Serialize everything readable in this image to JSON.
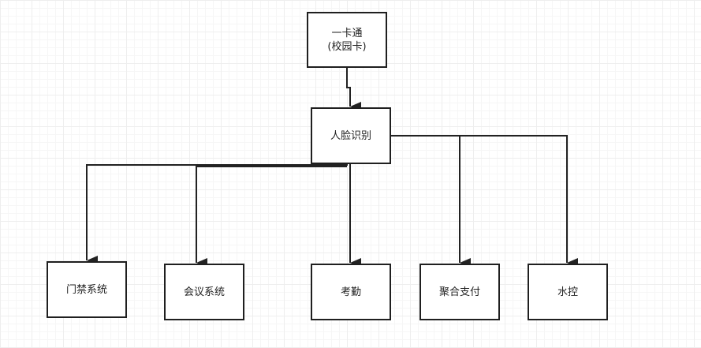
{
  "diagram": {
    "root": {
      "line1": "一卡通",
      "line2": "(校园卡)"
    },
    "middle": {
      "label": "人脸识别"
    },
    "leaves": [
      {
        "label": "门禁系统"
      },
      {
        "label": "会议系统"
      },
      {
        "label": "考勤"
      },
      {
        "label": "聚合支付"
      },
      {
        "label": "水控"
      }
    ]
  }
}
